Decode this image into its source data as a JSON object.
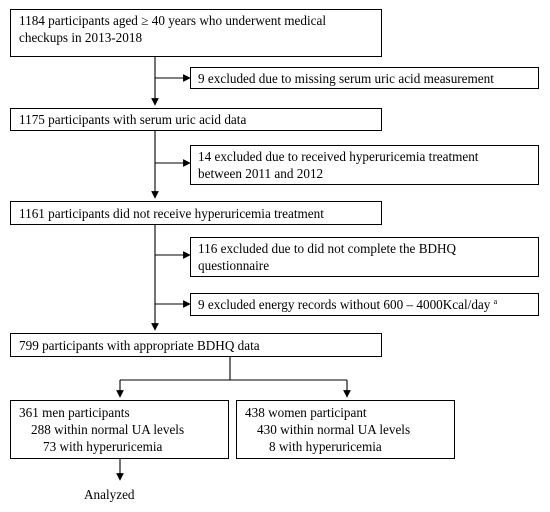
{
  "flowchart": {
    "step1_lines": [
      "1184 participants aged ≥ 40 years who underwent medical",
      "checkups  in 2013-2018"
    ],
    "exclusion1": "9 excluded due to missing serum uric acid measurement",
    "step2": "1175 participants with serum uric acid data",
    "exclusion2_lines": [
      "14 excluded due to received hyperuricemia treatment",
      "between 2011 and 2012"
    ],
    "step3": "1161 participants did not receive hyperuricemia treatment",
    "exclusion3_lines": [
      "116 excluded due to did not complete the BDHQ",
      "questionnaire"
    ],
    "exclusion4": "9 excluded energy records without 600 – 4000Kcal/day",
    "exclusion4_note": "a",
    "step4": "799 participants with appropriate BDHQ data",
    "men": {
      "title": "361 men participants",
      "normal": "288 within normal UA levels",
      "hyper": "73 with hyperuricemia"
    },
    "women": {
      "title": "438 women participant",
      "normal": "430 within normal UA levels",
      "hyper": "8 with hyperuricemia"
    },
    "final": "Analyzed"
  }
}
